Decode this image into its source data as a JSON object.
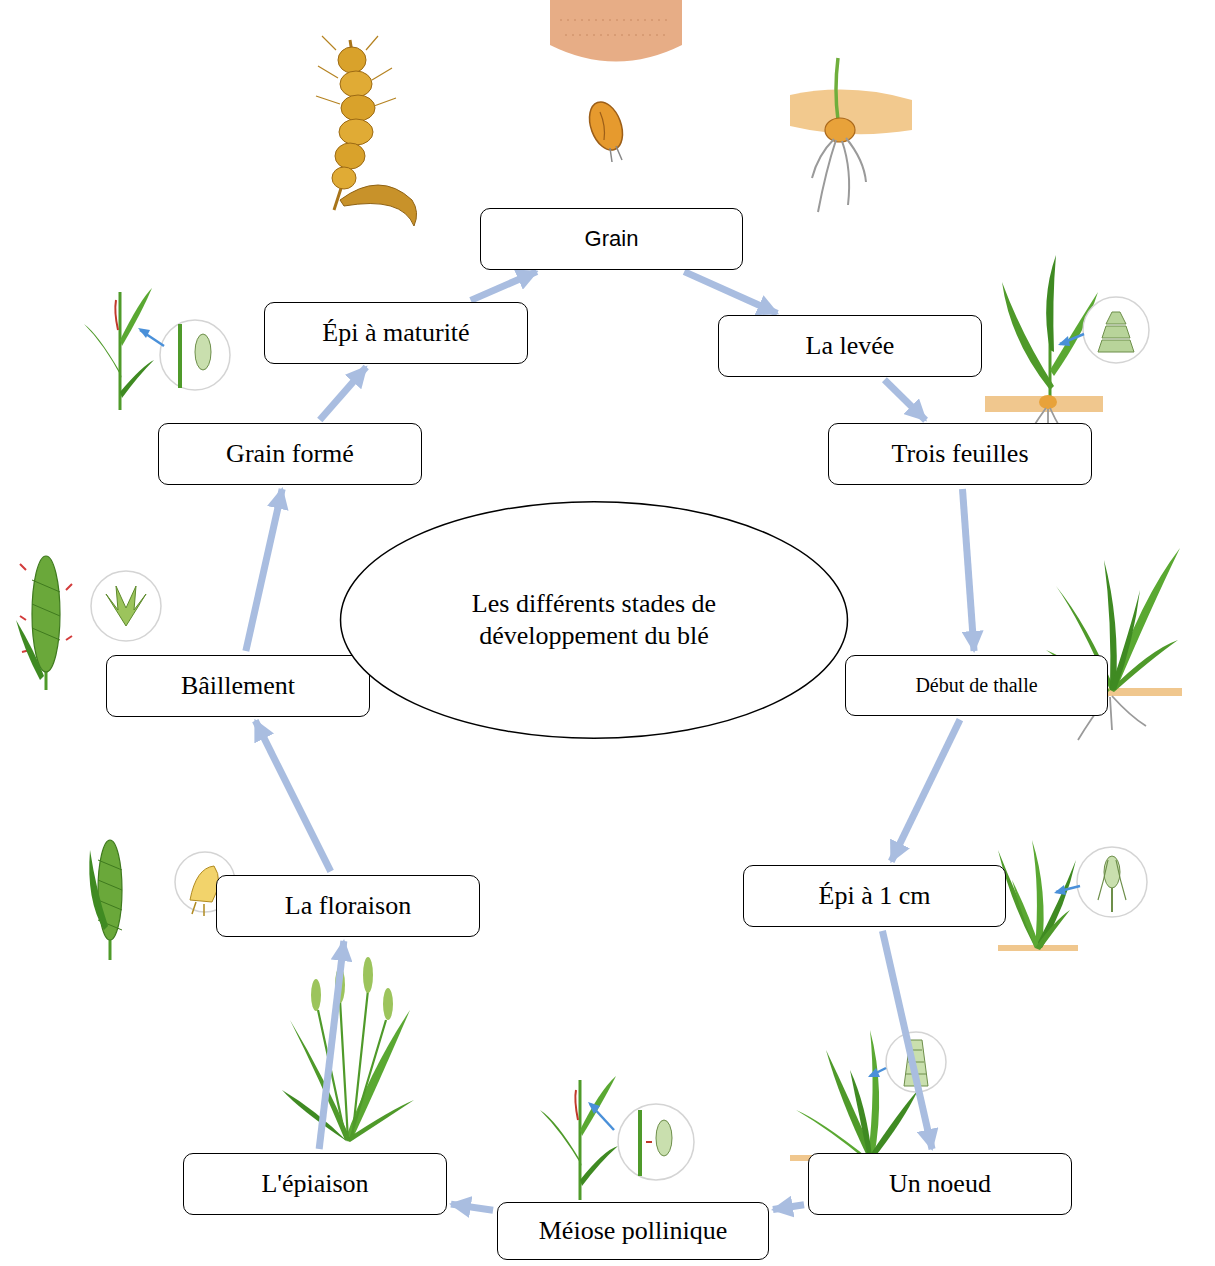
{
  "diagram": {
    "nodes": [
      {
        "text": [
          "Grain"
        ]
      },
      {
        "text": [
          "La levée"
        ]
      },
      {
        "text": [
          "Trois feuilles"
        ]
      },
      {
        "text": [
          "Début de thalle"
        ]
      },
      {
        "text": [
          "Épi à 1 cm"
        ]
      },
      {
        "text": [
          "Un noeud"
        ]
      },
      {
        "text": [
          "Méiose pollinique"
        ]
      },
      {
        "text": [
          "L'épiaison"
        ]
      },
      {
        "text": [
          "La floraison"
        ]
      },
      {
        "text": [
          "Bâillement"
        ]
      },
      {
        "text": [
          "Grain formé"
        ]
      },
      {
        "text": [
          "Épi à maturité"
        ]
      },
      {
        "text": [
          "Les différents stades de développement du blé"
        ]
      }
    ],
    "edges": [
      {
        "from": 0,
        "to": 1,
        "arrow": "to"
      },
      {
        "from": 1,
        "to": 2,
        "arrow": "to"
      },
      {
        "from": 2,
        "to": 3,
        "arrow": "to"
      },
      {
        "from": 3,
        "to": 4,
        "arrow": "to"
      },
      {
        "from": 4,
        "to": 5,
        "arrow": "to"
      },
      {
        "from": 5,
        "to": 6,
        "arrow": "to"
      },
      {
        "from": 6,
        "to": 7,
        "arrow": "to"
      },
      {
        "from": 7,
        "to": 8,
        "arrow": "to"
      },
      {
        "from": 8,
        "to": 9,
        "arrow": "to"
      },
      {
        "from": 9,
        "to": 10,
        "arrow": "to"
      },
      {
        "from": 10,
        "to": 11,
        "arrow": "to"
      },
      {
        "from": 11,
        "to": 0,
        "arrow": "to"
      }
    ]
  }
}
